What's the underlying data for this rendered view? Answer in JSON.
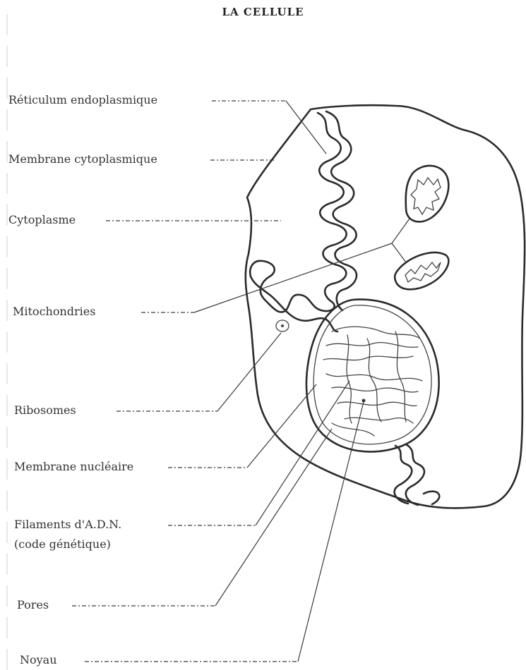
{
  "title": "LA CELLULE",
  "labels": {
    "reticulum": "Réticulum endoplasmique",
    "membrane_cyto": "Membrane cytoplasmique",
    "cytoplasme": "Cytoplasme",
    "mitochondries": "Mitochondries",
    "ribosomes": "Ribosomes",
    "membrane_nucl": "Membrane nucléaire",
    "filaments_1": "Filaments d'A.D.N.",
    "filaments_2": "(code génétique)",
    "pores": "Pores",
    "noyau": "Noyau"
  }
}
